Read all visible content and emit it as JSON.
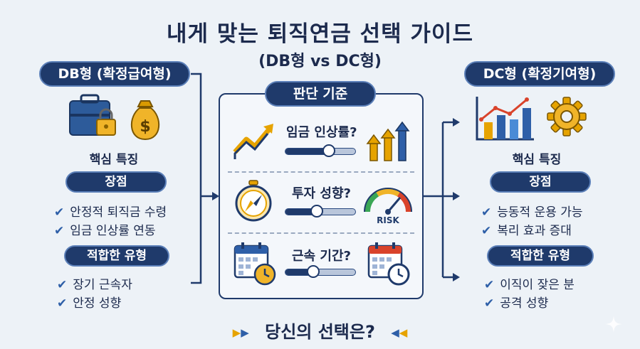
{
  "header": {
    "title": "내게 맞는 퇴직연금 선택 가이드",
    "subtitle": "(DB형 vs DC형)"
  },
  "left": {
    "heading": "DB형 (확정급여형)",
    "features_label": "핵심 특징",
    "pros_label": "장점",
    "pros": [
      "안정적 퇴직금 수령",
      "임금 인상률 연동"
    ],
    "fit_label": "적합한 유형",
    "fit": [
      "장기 근속자",
      "안정 성향"
    ]
  },
  "center": {
    "heading": "판단 기준",
    "criteria": [
      {
        "question": "임금 인상률?",
        "level": 0.62
      },
      {
        "question": "투자 성향?",
        "level": 0.45
      },
      {
        "question": "근속 기간?",
        "level": 0.4
      }
    ],
    "gauge_label": "RISK"
  },
  "right": {
    "heading": "DC형 (확정기여형)",
    "features_label": "핵심 특징",
    "pros_label": "장점",
    "pros": [
      "능동적 운용 가능",
      "복리 효과 증대"
    ],
    "fit_label": "적합한 유형",
    "fit": [
      "이직이 잦은 분",
      "공격 성향"
    ]
  },
  "footer": {
    "question": "당신의 선택은?"
  },
  "colors": {
    "navy": "#1f3a6b",
    "accent_blue": "#2e5fa8",
    "accent_gold": "#e6a300",
    "background": "#edf2f7"
  },
  "icons": {
    "left": [
      "briefcase-lock-icon",
      "money-bag-icon"
    ],
    "right": [
      "bar-chart-icon",
      "gear-icon"
    ],
    "criteria": [
      "trend-up-icon",
      "arrows-up-icon",
      "compass-icon",
      "risk-gauge-icon",
      "calendar-clock-icon",
      "calendar-clock-icon"
    ],
    "check": "✔"
  }
}
